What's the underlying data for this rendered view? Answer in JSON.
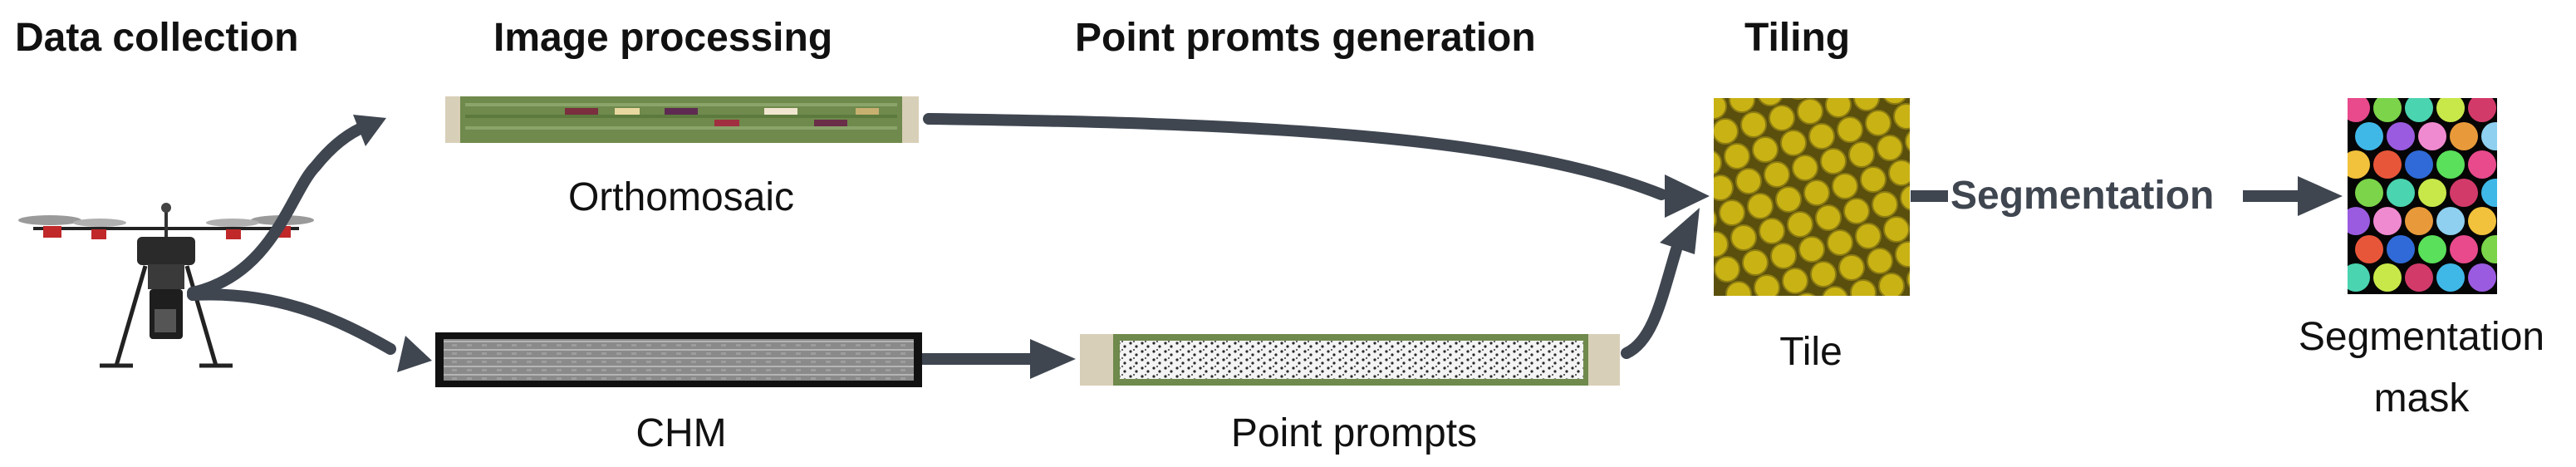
{
  "stages": {
    "data_collection": "Data collection",
    "image_processing": "Image processing",
    "point_prompts_generation": "Point promts generation",
    "tiling": "Tiling"
  },
  "labels": {
    "orthomosaic": "Orthomosaic",
    "chm": "CHM",
    "point_prompts": "Point prompts",
    "tile": "Tile",
    "segmentation": "Segmentation",
    "segmentation_mask_line1": "Segmentation",
    "segmentation_mask_line2": "mask"
  },
  "colors": {
    "arrow": "#3f4650",
    "field_green": "#6f8a4c",
    "tile_yellow": "#c9b214",
    "tile_dark": "#5a4f0c",
    "mask_bg": "#050505"
  },
  "icons": {
    "drone": "drone-icon"
  }
}
